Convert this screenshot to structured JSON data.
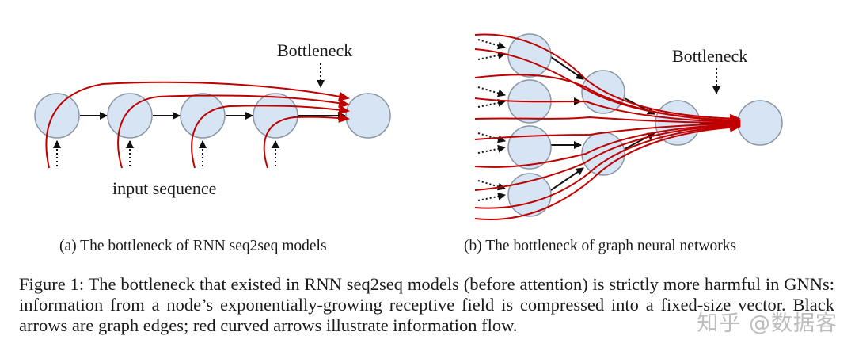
{
  "panel_a": {
    "bottleneck_label": "Bottleneck",
    "input_label": "input sequence",
    "subcaption": "(a) The bottleneck of RNN seq2seq models"
  },
  "panel_b": {
    "bottleneck_label": "Bottleneck",
    "subcaption": "(b) The bottleneck of graph neural networks"
  },
  "caption": {
    "text": "Figure 1: The bottleneck that existed in RNN seq2seq models (before attention) is strictly more harmful in GNNs: information from a node’s exponentially-growing receptive field is compressed into a fixed-size vector. Black arrows are graph edges; red curved arrows illustrate information flow."
  },
  "watermark": "知乎 @数据客"
}
